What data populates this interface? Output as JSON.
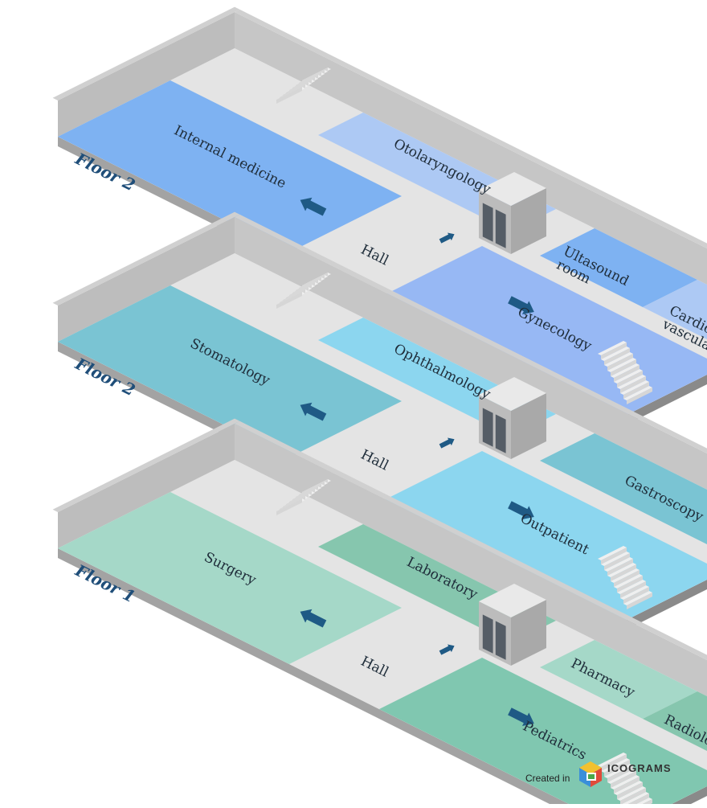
{
  "floors": [
    {
      "label": "Floor 2",
      "colors": {
        "left_big": "#7eb2f2",
        "left_back": "#adc9f4",
        "right_front": "#97b8f4",
        "right_back_a": "#7eb2f2",
        "right_back_b": "#adc9f4"
      },
      "rooms": {
        "left_big": "Internal medicine",
        "left_back": "Otolaryngology",
        "right_front": "Gynecology",
        "right_back_a": [
          "Ultasound",
          "room"
        ],
        "right_back_b": [
          "Cardio-",
          "vascular"
        ]
      },
      "hall": "Hall"
    },
    {
      "label": "Floor 2",
      "colors": {
        "left_big": "#7ac4d3",
        "left_back": "#8cd6ef",
        "right_front": "#8cd6ef",
        "right_back": "#7ac4d3"
      },
      "rooms": {
        "left_big": "Stomatology",
        "left_back": "Ophthalmology",
        "right_front": "Outpatient",
        "right_back": "Gastroscopy"
      },
      "hall": "Hall"
    },
    {
      "label": "Floor 1",
      "colors": {
        "left_big": "#a5d8c8",
        "left_back": "#86c6ae",
        "right_front": "#80c7b0",
        "right_back_a": "#a5d8c8",
        "right_back_b": "#86c6ae"
      },
      "rooms": {
        "left_big": "Surgery",
        "left_back": "Laboratory",
        "right_front": "Pediatrics",
        "right_back_a": "Pharmacy",
        "right_back_b": "Radiology"
      },
      "hall": "Hall"
    }
  ],
  "structure_colors": {
    "floor": "#e4e4e4",
    "wall_top": "#d0d0d0",
    "wall_side": "#bdbdbd",
    "slab_front": "#a3a3a3",
    "slab_side": "#8a8a8a",
    "arrow": "#1f5a85",
    "elevator_top": "#e9e9e9",
    "elevator_front": "#bcbcbc",
    "elevator_door": "#555d66"
  },
  "credit": {
    "created_in": "Created in",
    "brand": "ICOGRAMS"
  }
}
